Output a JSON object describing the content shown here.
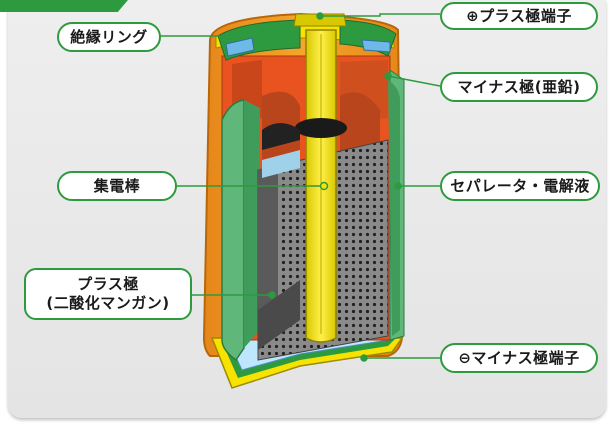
{
  "labels": {
    "insulating_ring": "絶縁リング",
    "plus_terminal": "⊕プラス極端子",
    "minus_electrode": "マイナス極(亜鉛)",
    "collector_rod": "集電棒",
    "separator": "セパレータ・電解液",
    "plus_electrode_line1": "プラス極",
    "plus_electrode_line2": "(二酸化マンガン)",
    "minus_terminal": "⊖マイナス極端子"
  },
  "colors": {
    "accent_green": "#2e9a3f",
    "collector_yellow": "#f5e400",
    "zinc_orange": "#e8531f",
    "casing_orange": "#f39a1e",
    "separator_green": "#5fb87a",
    "cathode_gray": "#7d7d7d"
  }
}
